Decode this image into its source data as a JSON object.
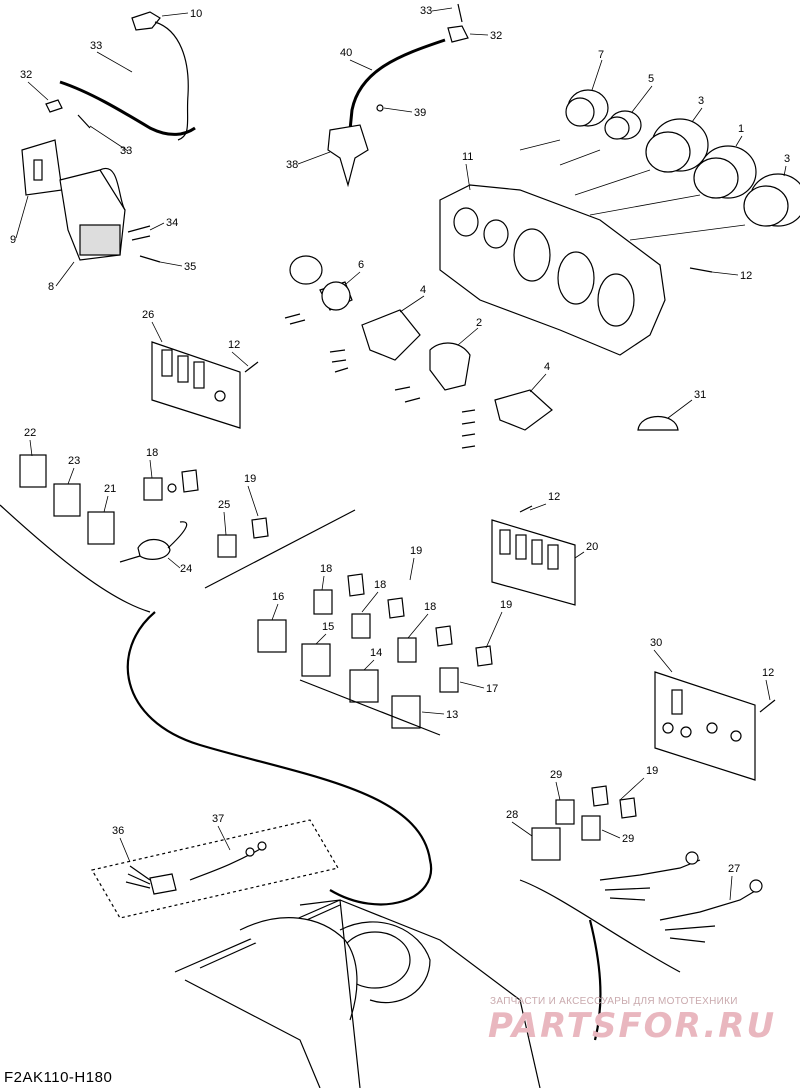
{
  "diagram_code": "F2AK110-H180",
  "watermark": {
    "tagline": "ЗАПЧАСТИ И АКСЕССУАРЫ ДЛЯ МОТОТЕХНИКИ",
    "brand": "PARTSFOR.RU"
  },
  "callouts": {
    "n1": "1",
    "n2": "2",
    "n3a": "3",
    "n3b": "3",
    "n4a": "4",
    "n4b": "4",
    "n5": "5",
    "n6": "6",
    "n7": "7",
    "n8": "8",
    "n9": "9",
    "n10": "10",
    "n11": "11",
    "n12a": "12",
    "n12b": "12",
    "n12c": "12",
    "n12d": "12",
    "n13": "13",
    "n14": "14",
    "n15": "15",
    "n16": "16",
    "n17": "17",
    "n18a": "18",
    "n18b": "18",
    "n18c": "18",
    "n18d": "18",
    "n19a": "19",
    "n19b": "19",
    "n19c": "19",
    "n19d": "19",
    "n20": "20",
    "n21": "21",
    "n22": "22",
    "n23": "23",
    "n24": "24",
    "n25": "25",
    "n26": "26",
    "n27": "27",
    "n28": "28",
    "n29a": "29",
    "n29b": "29",
    "n30": "30",
    "n31": "31",
    "n32a": "32",
    "n32b": "32",
    "n33a": "33",
    "n33b": "33",
    "n33c": "33",
    "n34": "34",
    "n35": "35",
    "n36": "36",
    "n37": "37",
    "n38": "38",
    "n39": "39",
    "n40": "40"
  }
}
